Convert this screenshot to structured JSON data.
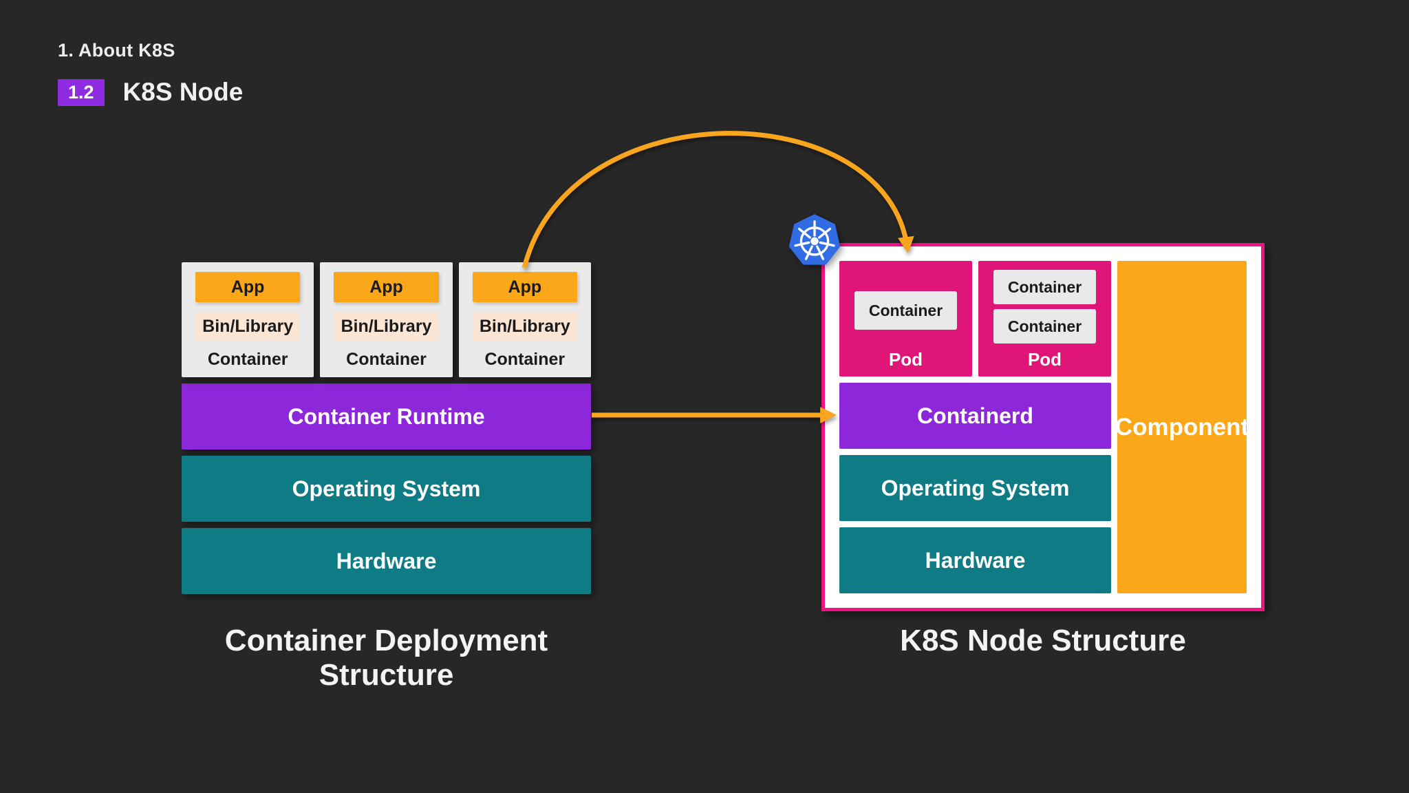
{
  "colors": {
    "background": "#272727",
    "badge_purple": "#8F2BE0",
    "runtime_purple": "#8C28D9",
    "teal": "#0F7B85",
    "box_orange": "#FAA71A",
    "arrow_orange": "#F9A51D",
    "node_border_pink": "#EE1583",
    "pod_pink": "#DF1677",
    "card_gray": "#EAEAEA",
    "bin_peach": "#FBE5D4",
    "kubernetes_blue": "#326CE5",
    "node_background": "#FFFFFF"
  },
  "header": {
    "kicker": "1. About K8S",
    "badge": "1.2",
    "title": "K8S Node"
  },
  "left_diagram": {
    "caption": "Container Deployment Structure",
    "containers": [
      {
        "app": "App",
        "bin": "Bin/Library",
        "label": "Container"
      },
      {
        "app": "App",
        "bin": "Bin/Library",
        "label": "Container"
      },
      {
        "app": "App",
        "bin": "Bin/Library",
        "label": "Container"
      }
    ],
    "layers": [
      {
        "label": "Container Runtime"
      },
      {
        "label": "Operating System"
      },
      {
        "label": "Hardware"
      }
    ]
  },
  "right_diagram": {
    "caption": "K8S Node Structure",
    "pods": [
      {
        "label": "Pod",
        "containers": [
          "Container"
        ]
      },
      {
        "label": "Pod",
        "containers": [
          "Container",
          "Container"
        ]
      }
    ],
    "layers": [
      {
        "label": "Containerd"
      },
      {
        "label": "Operating System"
      },
      {
        "label": "Hardware"
      }
    ],
    "component_label": "Component"
  },
  "icons": {
    "kubernetes_logo": "kubernetes-helm-wheel"
  },
  "arrows": [
    {
      "from": "App",
      "to": "Pod",
      "shape": "curved",
      "color": "#F9A51D"
    },
    {
      "from": "Container Runtime",
      "to": "Containerd",
      "shape": "straight",
      "color": "#F9A51D"
    }
  ]
}
